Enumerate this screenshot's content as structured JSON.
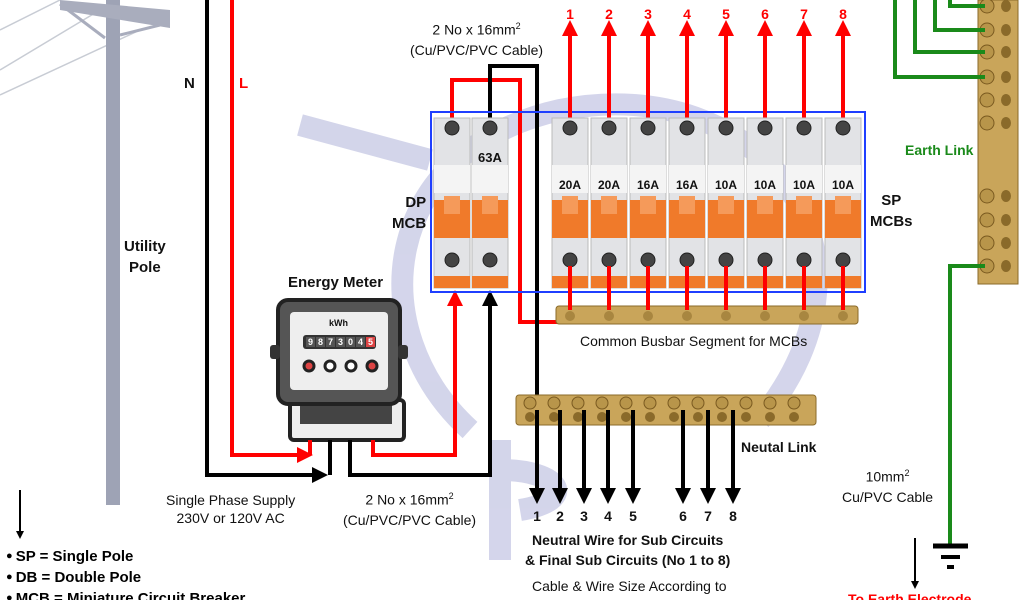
{
  "labels": {
    "neutral_letter": "N",
    "live_letter": "L",
    "utility_pole": [
      "Utility",
      "Pole"
    ],
    "energy_meter": "Energy Meter",
    "meter_unit": "kWh",
    "meter_digits": [
      "9",
      "8",
      "7",
      "3",
      "0",
      "4",
      "5"
    ],
    "supply": [
      "Single Phase Supply",
      "230V or 120V AC"
    ],
    "cable_meter": [
      "2 No x 16mm",
      "2",
      "(Cu/PVC/PVC Cable)"
    ],
    "cable_top": [
      "2 No x 16mm",
      "2",
      "(Cu/PVC/PVC Cable)"
    ],
    "dp_mcb": [
      "DP",
      "MCB"
    ],
    "dp_rating": "63A",
    "sp_mcbs": [
      "SP",
      "MCBs"
    ],
    "busbar": "Common Busbar Segment for MCBs",
    "neutral_link": "Neutal Link",
    "earth_link": "Earth Link",
    "earth_cable": [
      "10mm",
      "2",
      "Cu/PVC Cable"
    ],
    "neutral_wire": [
      "Neutral Wire for Sub Circuits",
      "& Final Sub Circuits (No 1 to 8)"
    ],
    "cable_size": "Cable & Wire Size According to",
    "earth_electrode": "To Earth Electrode"
  },
  "sp_mcb_ratings": [
    "20A",
    "20A",
    "16A",
    "16A",
    "10A",
    "10A",
    "10A",
    "10A"
  ],
  "circuit_numbers": [
    "1",
    "2",
    "3",
    "4",
    "5",
    "6",
    "7",
    "8"
  ],
  "legend": [
    "SP = Single Pole",
    "DB = Double Pole",
    "MCB = Miniature Circuit Breaker"
  ],
  "colors": {
    "live": "#ff0000",
    "neutral": "#000000",
    "earth": "#1a8a1a",
    "enclosure": "#1f3fff",
    "mcb_orange": "#f07a2a",
    "brass": "#c9a55a",
    "watermark": "#c9cbe6"
  }
}
